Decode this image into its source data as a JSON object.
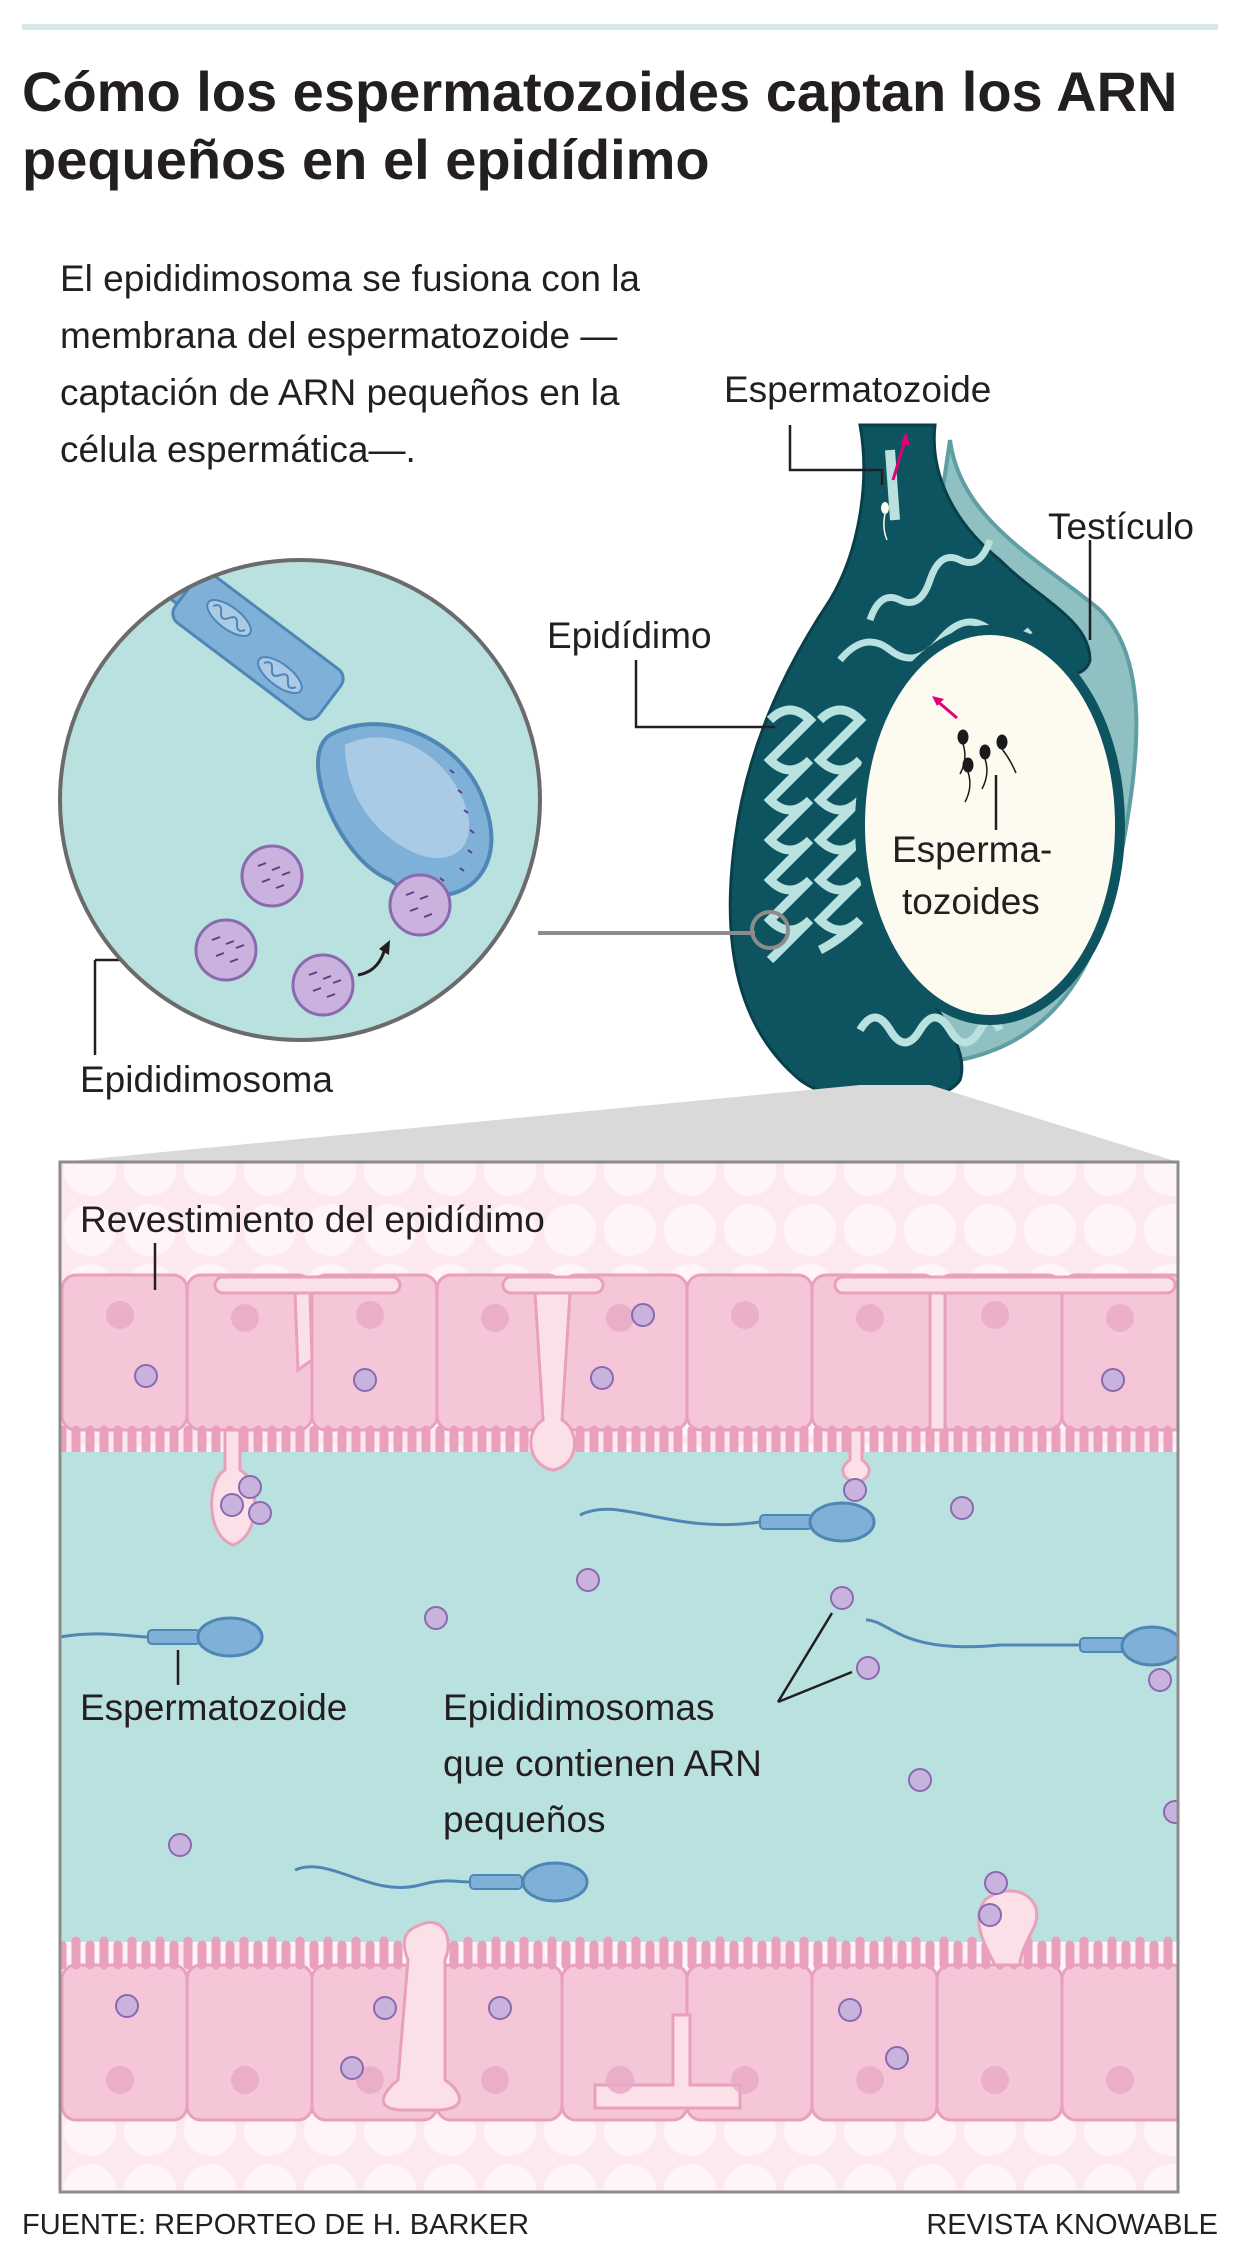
{
  "title": "Cómo los espermatozoides captan los ARN pequeños en el epidídimo",
  "intro": "El epididimosoma se fusiona con la membrana del espermatozoide — captación de ARN pequeños en la célula espermática—.",
  "labels": {
    "espermatozoide_top": "Espermatozoide",
    "testiculo": "Testículo",
    "epididimo": "Epidídimo",
    "espermatozoides_1": "Esperma-",
    "espermatozoides_2": "tozoides",
    "epididimosoma": "Epididimosoma",
    "revestimiento": "Revestimiento del epidídimo",
    "espermatozoide_bottom": "Espermatozoide",
    "epididimosomas_1": "Epididimosomas",
    "epididimosomas_2": "que contienen ARN",
    "epididimosomas_3": "pequeños"
  },
  "footer": {
    "source": "FUENTE: REPORTEO DE H. BARKER",
    "publisher": "REVISTA KNOWABLE"
  },
  "colors": {
    "dark_teal": "#0d5460",
    "mid_teal": "#2d7a83",
    "light_teal": "#8fc0c2",
    "lumen": "#b9e1df",
    "testis_white": "#fdfbf0",
    "cell_pink": "#f4c6d8",
    "cell_outline": "#e9a0bd",
    "vesicle": "#c9b3de",
    "vesicle_outline": "#8a6aae",
    "sperm_blue": "#7fb0d8",
    "arrow_magenta": "#e2007a",
    "gray_line": "#8c8c8c"
  }
}
